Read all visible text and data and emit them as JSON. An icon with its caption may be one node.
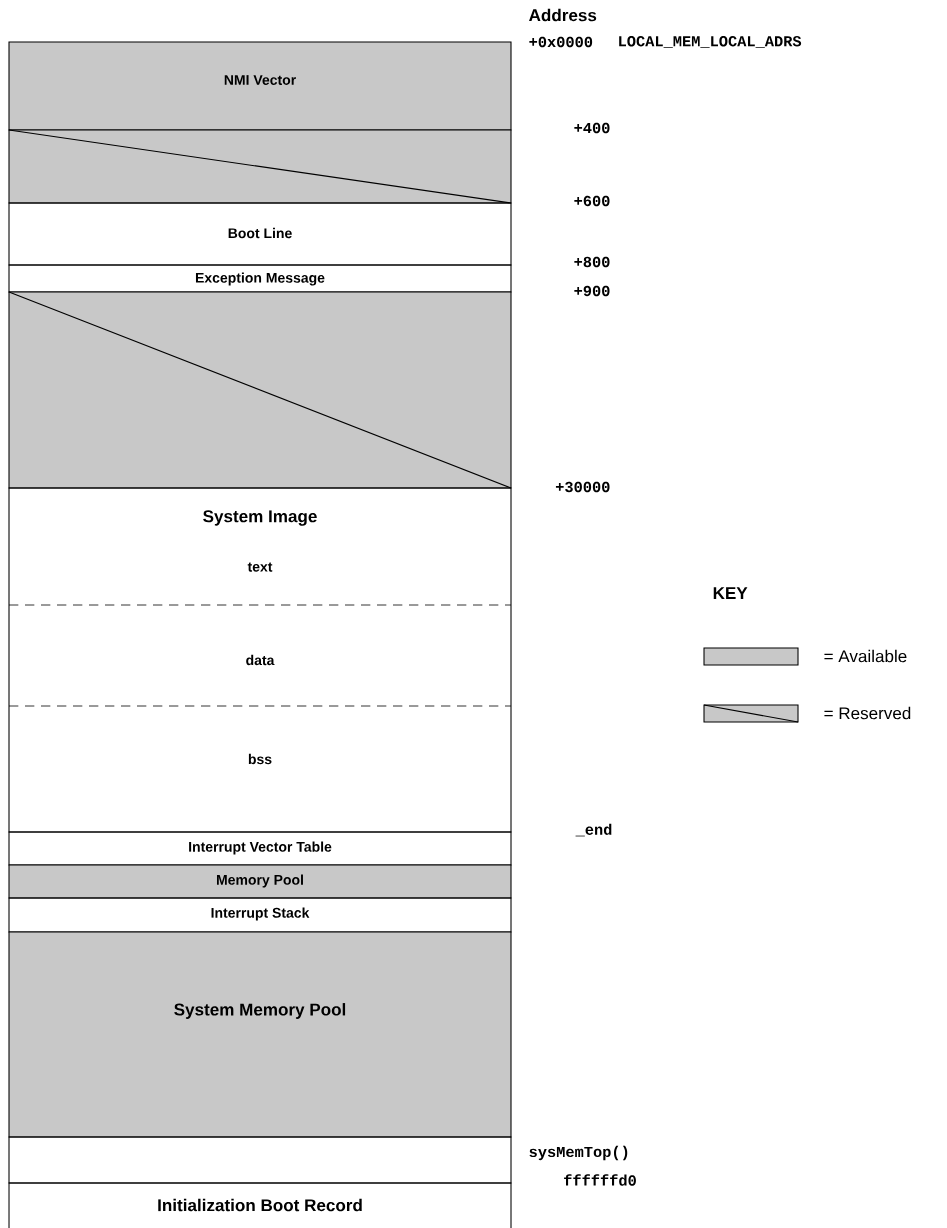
{
  "diagram": {
    "nodes": [
      {
        "text": [
          "NMI Vector"
        ]
      },
      {
        "text": [],
        "shape": "box"
      },
      {
        "text": [
          "Boot Line"
        ]
      },
      {
        "text": [
          "Exception Message"
        ]
      },
      {
        "text": [],
        "shape": "box"
      },
      {
        "text": [
          "System Image"
        ]
      },
      {
        "text": [
          "text"
        ],
        "in": 5
      },
      {
        "text": [
          "data"
        ],
        "in": 5
      },
      {
        "text": [
          "bss"
        ],
        "in": 5
      },
      {
        "text": [
          "Interrupt Vector Table"
        ]
      },
      {
        "text": [
          "Memory Pool"
        ]
      },
      {
        "text": [
          "Interrupt Stack"
        ]
      },
      {
        "text": [
          "System Memory Pool"
        ]
      },
      {
        "text": [],
        "shape": "box"
      },
      {
        "text": [
          "Initialization Boot Record"
        ]
      }
    ],
    "labels": [
      "Address",
      "+0x0000",
      "LOCAL_MEM_LOCAL_ADRS",
      "+400",
      "+600",
      "+800",
      "+900",
      "+30000",
      "_end",
      "sysMemTop()",
      "ffffffd0",
      "KEY"
    ],
    "legend": [
      {
        "text": "= Available",
        "color": "#c8c8c8"
      },
      {
        "text": "= Reserved"
      }
    ]
  }
}
